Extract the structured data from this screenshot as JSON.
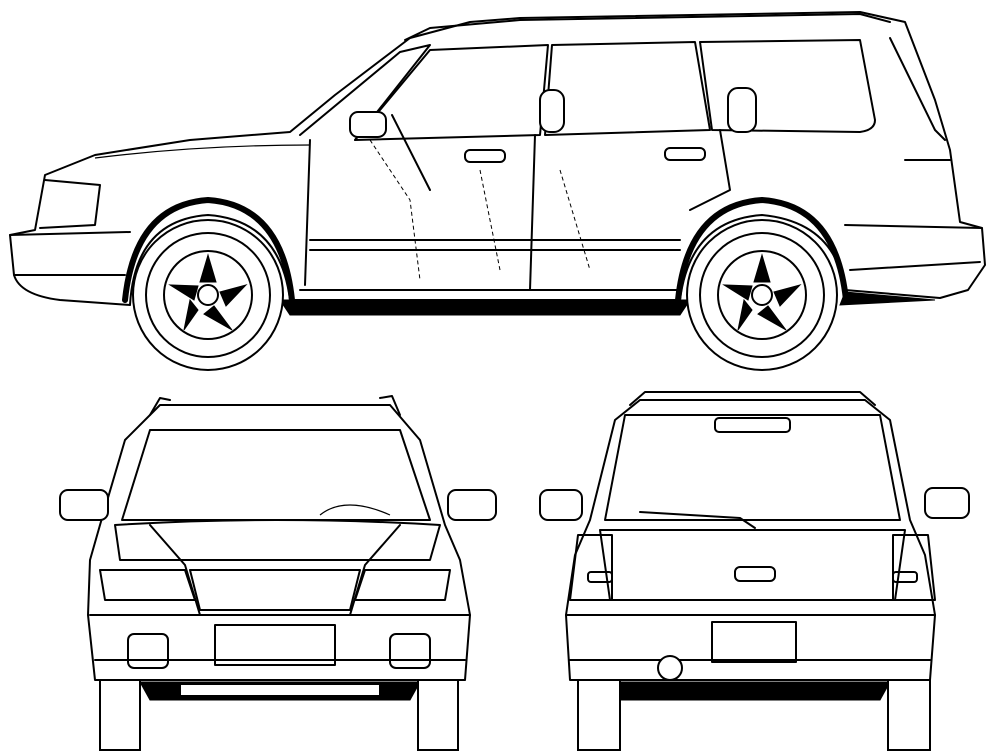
{
  "drawing": {
    "views": [
      "side",
      "front",
      "rear"
    ],
    "line_color": "#000000",
    "background": "#ffffff"
  }
}
